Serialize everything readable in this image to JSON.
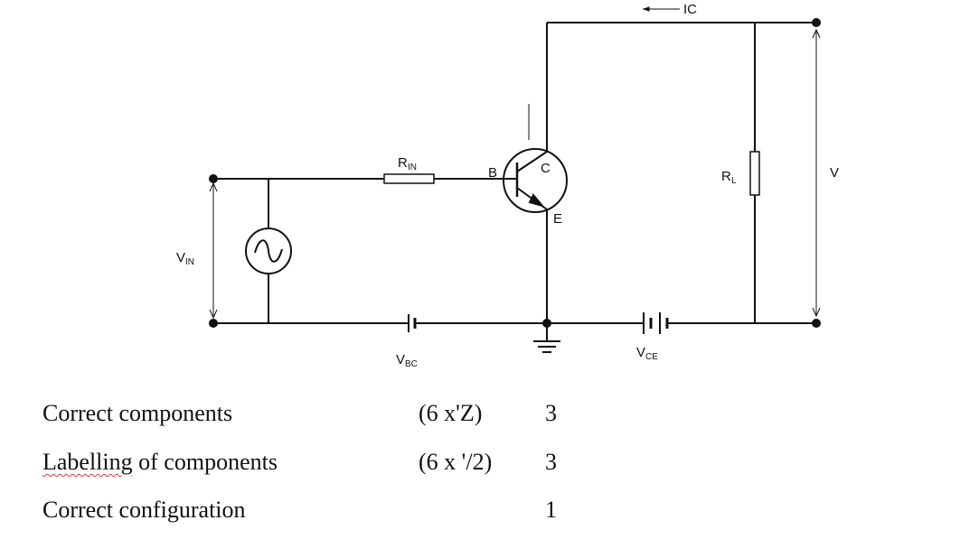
{
  "diagram": {
    "labels": {
      "ic": "IC",
      "rin_main": "R",
      "rin_sub": "IN",
      "base": "B",
      "collector": "C",
      "emitter": "E",
      "vin_main": "V",
      "vin_sub": "IN",
      "rl_main": "R",
      "rl_sub": "L",
      "vo_main": "V",
      "vbc_main": "V",
      "vbc_sub": "BC",
      "vce_main": "V",
      "vce_sub": "CE"
    }
  },
  "marking": {
    "rows": [
      {
        "criterion": "Correct components",
        "calc": "(6 x'Z)",
        "marks": "3"
      },
      {
        "criterion_a": "Labelling",
        "criterion_b": " of components",
        "calc": "(6 x '/2)",
        "marks": "3"
      },
      {
        "criterion": "Correct configuration",
        "calc": "",
        "marks": "1"
      }
    ]
  }
}
